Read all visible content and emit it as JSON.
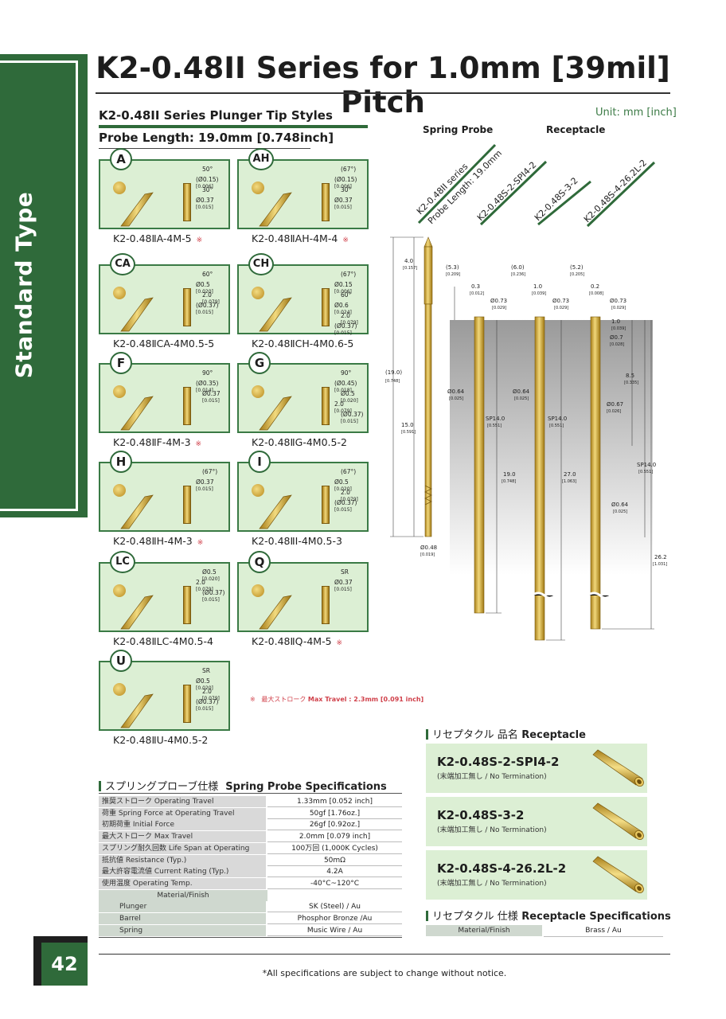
{
  "side_tab": {
    "text": "Standard Type"
  },
  "title": "K2-0.48II Series for 1.0mm [39mil] Pitch",
  "tips_section": {
    "heading": "K2-0.48II Series Plunger Tip Styles",
    "probe_length": "Probe Length: 19.0mm [0.748inch]",
    "unit": "Unit: mm [inch]"
  },
  "tips": [
    {
      "badge": "A",
      "label": "K2-0.48ⅡA-4M-5",
      "ast": "※",
      "dims": [
        [
          "50°",
          ""
        ],
        [
          "(Ø0.15)",
          "[0.006]"
        ],
        [
          "30°",
          ""
        ],
        [
          "Ø0.37",
          "[0.015]"
        ]
      ]
    },
    {
      "badge": "AH",
      "label": "K2-0.48ⅡAH-4M-4",
      "ast": "※",
      "dims": [
        [
          "(67°)",
          ""
        ],
        [
          "(Ø0.15)",
          "[0.006]"
        ],
        [
          "30°",
          ""
        ],
        [
          "Ø0.37",
          "[0.015]"
        ]
      ]
    },
    {
      "badge": "CA",
      "label": "K2-0.48ⅡCA-4M0.5-5",
      "ast": "",
      "dims": [
        [
          "60°",
          ""
        ],
        [
          "Ø0.5",
          "[0.020]"
        ],
        [
          "2.0",
          "[0.079]"
        ],
        [
          "(Ø0.37)",
          "[0.015]"
        ]
      ]
    },
    {
      "badge": "CH",
      "label": "K2-0.48ⅡCH-4M0.6-5",
      "ast": "",
      "dims": [
        [
          "(67°)",
          ""
        ],
        [
          "Ø0.15",
          "[0.006]"
        ],
        [
          "60°",
          ""
        ],
        [
          "Ø0.6",
          "[0.024]"
        ],
        [
          "2.0",
          "[0.079]"
        ],
        [
          "(Ø0.37)",
          "[0.015]"
        ]
      ]
    },
    {
      "badge": "F",
      "label": "K2-0.48ⅡF-4M-3",
      "ast": "※",
      "dims": [
        [
          "90°",
          ""
        ],
        [
          "(Ø0.35)",
          "[0.014]"
        ],
        [
          "Ø0.37",
          "[0.015]"
        ]
      ]
    },
    {
      "badge": "G",
      "label": "K2-0.48ⅡG-4M0.5-2",
      "ast": "",
      "dims": [
        [
          "90°",
          ""
        ],
        [
          "(Ø0.45)",
          "[0.018]"
        ],
        [
          "Ø0.5",
          "[0.020]"
        ],
        [
          "2.0",
          "[0.079]"
        ],
        [
          "(Ø0.37)",
          "[0.015]"
        ]
      ]
    },
    {
      "badge": "H",
      "label": "K2-0.48ⅡH-4M-3",
      "ast": "※",
      "dims": [
        [
          "(67°)",
          ""
        ],
        [
          "Ø0.37",
          "[0.015]"
        ]
      ]
    },
    {
      "badge": "I",
      "label": "K2-0.48ⅡI-4M0.5-3",
      "ast": "",
      "dims": [
        [
          "(67°)",
          ""
        ],
        [
          "Ø0.5",
          "[0.020]"
        ],
        [
          "2.0",
          "[0.079]"
        ],
        [
          "(Ø0.37)",
          "[0.015]"
        ]
      ]
    },
    {
      "badge": "LC",
      "label": "K2-0.48ⅡLC-4M0.5-4",
      "ast": "",
      "dims": [
        [
          "Ø0.5",
          "[0.020]"
        ],
        [
          "2.0",
          "[0.079]"
        ],
        [
          "(Ø0.37)",
          "[0.015]"
        ]
      ]
    },
    {
      "badge": "Q",
      "label": "K2-0.48ⅡQ-4M-5",
      "ast": "※",
      "dims": [
        [
          "SR",
          ""
        ],
        [
          "Ø0.37",
          "[0.015]"
        ]
      ]
    },
    {
      "badge": "U",
      "label": "K2-0.48ⅡU-4M0.5-2",
      "ast": "",
      "dims": [
        [
          "SR",
          ""
        ],
        [
          "Ø0.5",
          "[0.020]"
        ],
        [
          "2.0",
          "[0.079]"
        ],
        [
          "(Ø0.37)",
          "[0.015]"
        ]
      ]
    }
  ],
  "max_travel_note": {
    "ast": "※",
    "jp": "最大ストローク",
    "en": "Max Travel : 2.3mm [0.091 inch]"
  },
  "drawing": {
    "spring_probe_heading": "Spring Probe",
    "receptacle_heading": "Receptacle",
    "diag_labels": [
      "K2-0.48II series",
      "Probe Length: 19.0mm",
      "K2-0.48S-2-SPI4-2",
      "K2-0.48S-3-2",
      "K2-0.48S-4-26.2L-2"
    ],
    "probe_dims": [
      [
        "4.0",
        "[0.157]"
      ],
      [
        "(19.0)",
        "[0.748]"
      ],
      [
        "15.0",
        "[0.591]"
      ],
      [
        "Ø0.48",
        "[0.019]"
      ]
    ],
    "r1_dims": [
      [
        "(5.3)",
        "[0.209]"
      ],
      [
        "0.3",
        "[0.012]"
      ],
      [
        "Ø0.73",
        "[0.029]"
      ],
      [
        "Ø0.64",
        "[0.025]"
      ],
      [
        "SP14.0",
        "[0.551]"
      ],
      [
        "19.0",
        "[0.748]"
      ]
    ],
    "r2_dims": [
      [
        "(6.0)",
        "[0.236]"
      ],
      [
        "1.0",
        "[0.039]"
      ],
      [
        "Ø0.73",
        "[0.029]"
      ],
      [
        "Ø0.64",
        "[0.025]"
      ],
      [
        "SP14.0",
        "[0.551]"
      ],
      [
        "27.0",
        "[1.063]"
      ]
    ],
    "r3_dims": [
      [
        "(5.2)",
        "[0.205]"
      ],
      [
        "0.2",
        "[0.008]"
      ],
      [
        "Ø0.73",
        "[0.029]"
      ],
      [
        "1.0",
        "[0.039]"
      ],
      [
        "Ø0.7",
        "[0.028]"
      ],
      [
        "8.5",
        "[0.335]"
      ],
      [
        "Ø0.67",
        "[0.026]"
      ],
      [
        "SP14.0",
        "[0.551]"
      ],
      [
        "Ø0.64",
        "[0.025]"
      ],
      [
        "26.2",
        "[1.031]"
      ]
    ]
  },
  "spring_specs": {
    "heading_jp": "スプリングプローブ仕様",
    "heading_en": "Spring Probe Specifications",
    "rows": [
      {
        "k": "推奨ストローク Operating Travel",
        "v": "1.33mm [0.052 inch]"
      },
      {
        "k": "荷重  Spring Force at Operating Travel",
        "v": "50gf [1.76oz.]"
      },
      {
        "k": "初期荷重  Initial Force",
        "v": "26gf [0.92oz.]"
      },
      {
        "k": "最大ストローク  Max Travel",
        "v": "2.0mm [0.079 inch]"
      },
      {
        "k": "スプリング耐久回数 Life Span at Operating Travel",
        "v": "100万回 (1,000K Cycles)"
      },
      {
        "k": "抵抗値  Resistance (Typ.)",
        "v": "50mΩ"
      },
      {
        "k": "最大許容電流値  Current Rating (Typ.)",
        "v": "4.2A"
      },
      {
        "k": "使用温度  Operating Temp.",
        "v": "-40°C~120°C"
      }
    ],
    "material_header": "Material/Finish",
    "materials": [
      {
        "k": "Plunger",
        "v": "SK (Steel) / Au"
      },
      {
        "k": "Barrel",
        "v": "Phosphor Bronze /Au"
      },
      {
        "k": "Spring",
        "v": "Music Wire / Au"
      }
    ]
  },
  "receptacle_names": {
    "heading_jp": "リセプタクル 品名",
    "heading_en": "Receptacle",
    "items": [
      {
        "name": "K2-0.48S-2-SPI4-2",
        "note": "(末端加工無し / No Termination)"
      },
      {
        "name": "K2-0.48S-3-2",
        "note": "(末端加工無し / No Termination)"
      },
      {
        "name": "K2-0.48S-4-26.2L-2",
        "note": "(末端加工無し / No Termination)"
      }
    ]
  },
  "receptacle_specs": {
    "heading_jp": "リセプタクル 仕様",
    "heading_en": "Receptacle Specifications",
    "k": "Material/Finish",
    "v": "Brass / Au"
  },
  "page_number": "42",
  "footer": "*All specifications are subject to change without notice.",
  "colors": {
    "green": "#2f6a3a",
    "light_green": "#dcefd4",
    "gold": "#c9a227",
    "red": "#d0404a"
  }
}
